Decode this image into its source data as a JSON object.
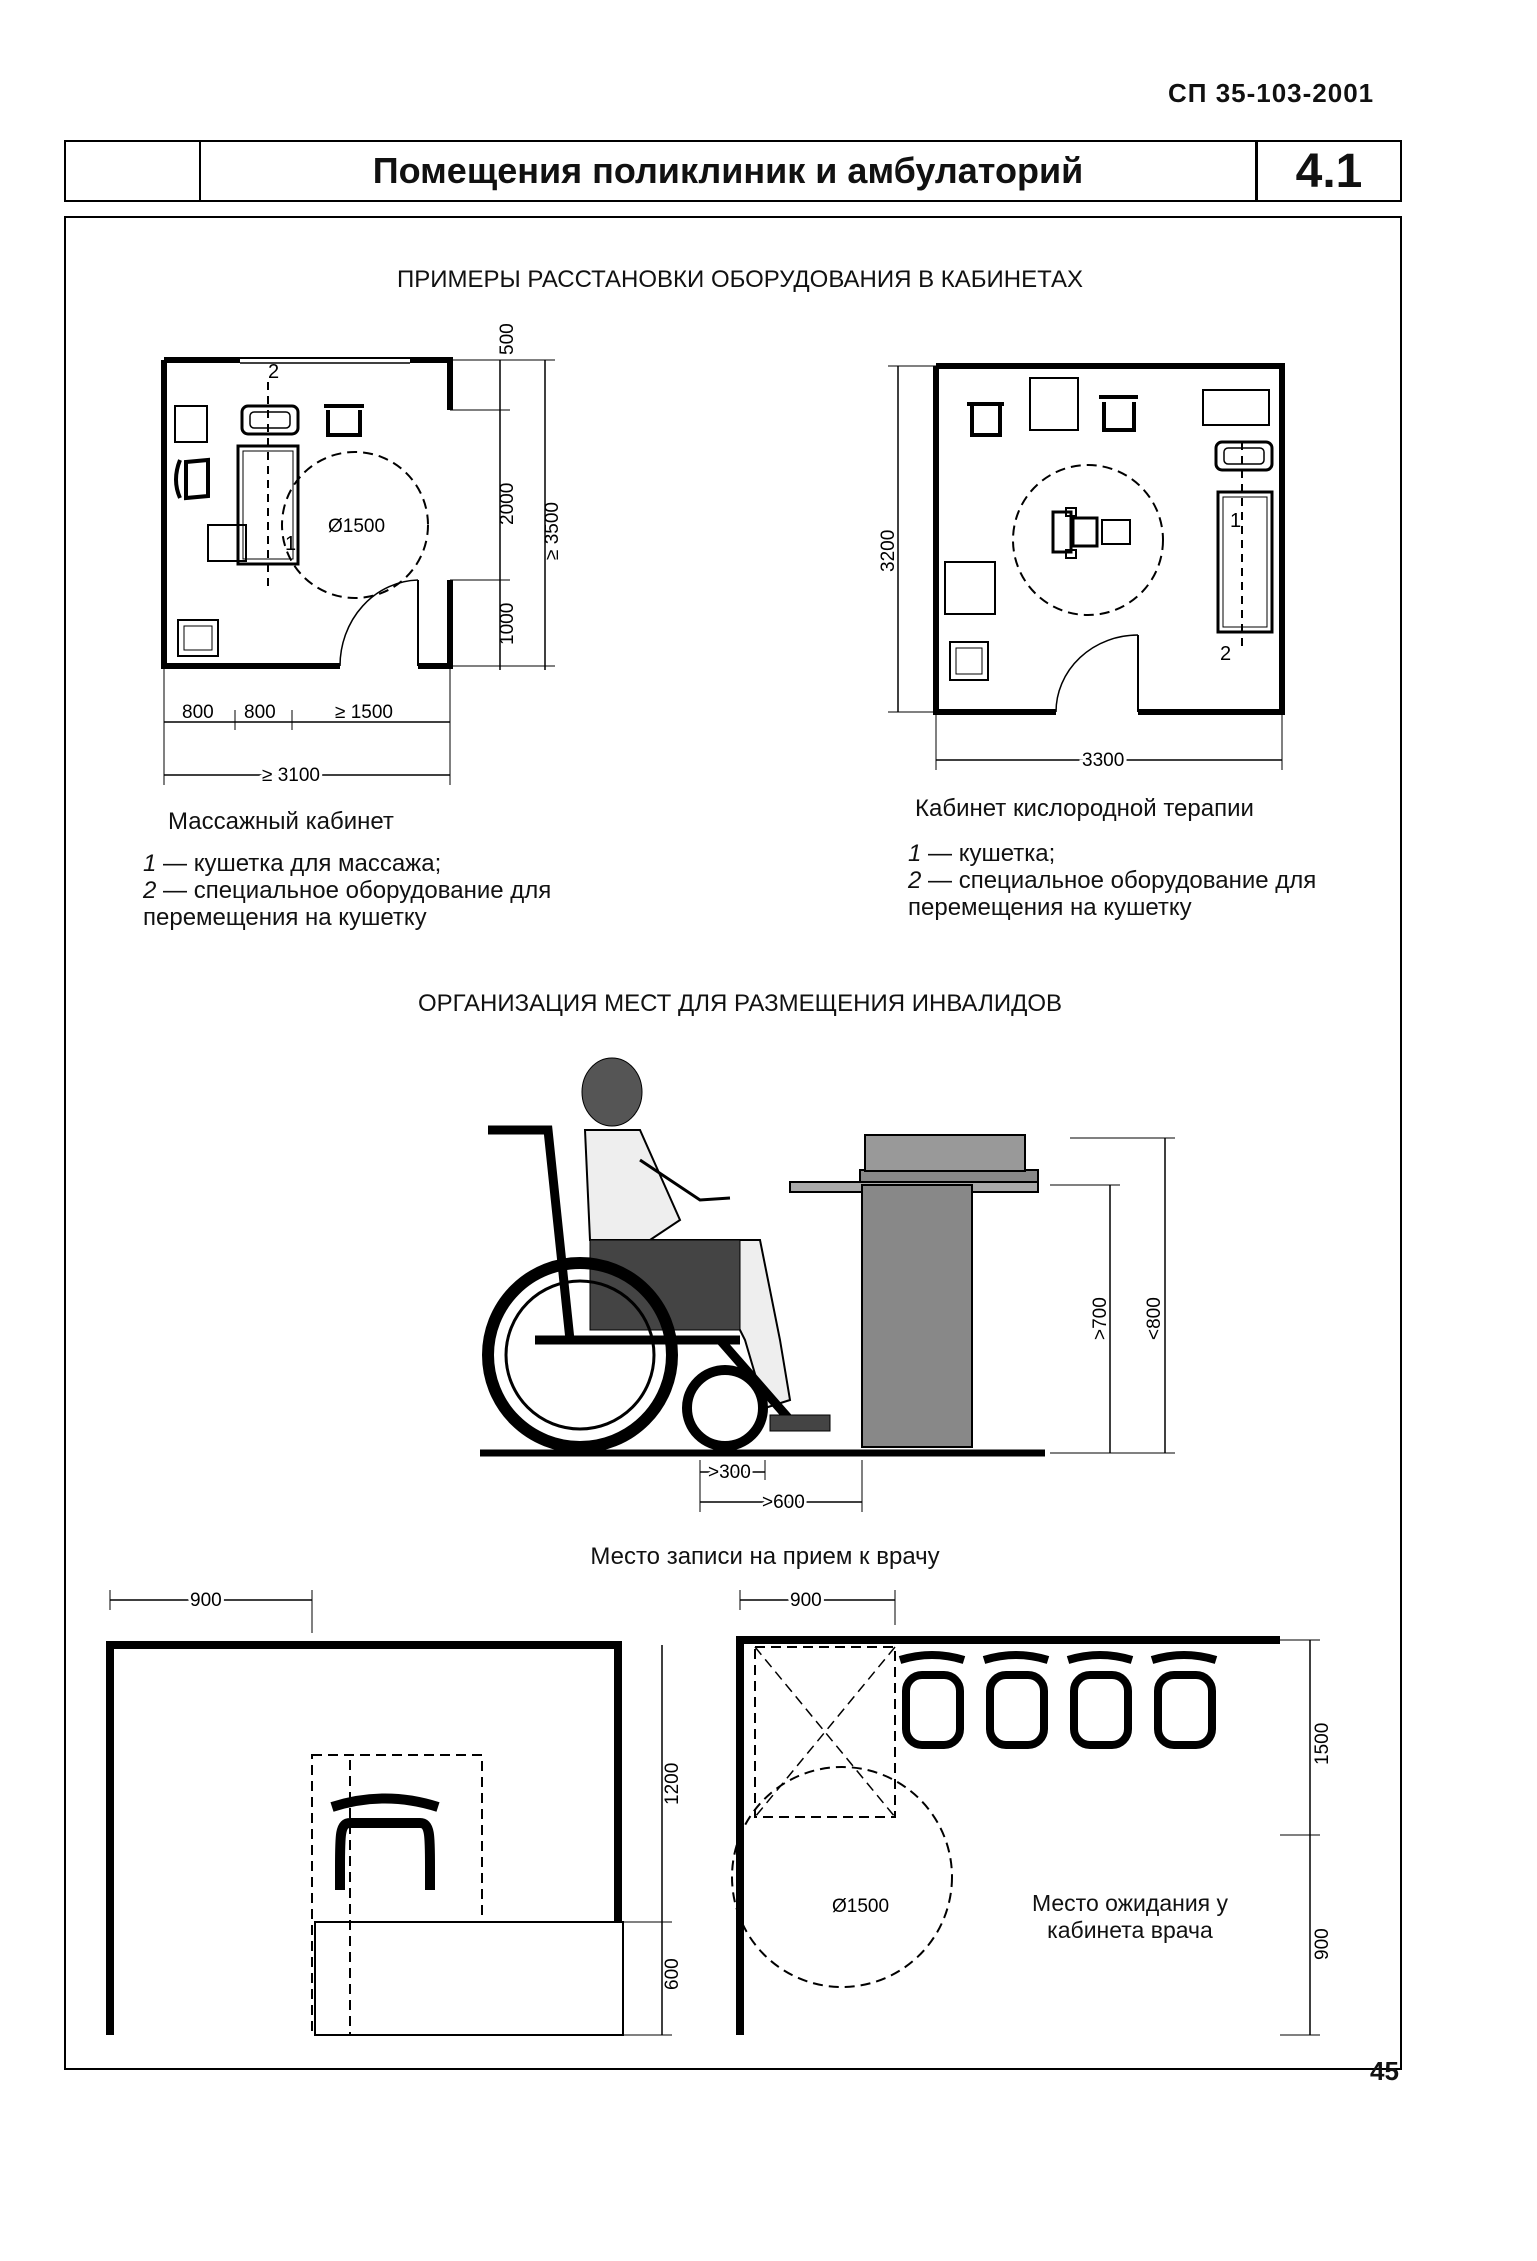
{
  "header": {
    "doc_code": "СП 35-103-2001",
    "sheet_title": "Помещения поликлиник и амбулаторий",
    "sheet_number": "4.1"
  },
  "section1": {
    "heading": "ПРИМЕРЫ РАССТАНОВКИ ОБОРУДОВАНИЯ В КАБИНЕТАХ",
    "massage": {
      "title": "Массажный кабинет",
      "legend": [
        {
          "num": "1",
          "text": "— кушетка для массажа;"
        },
        {
          "num": "2",
          "text": "— специальное оборудование для перемещения на кушетку"
        }
      ],
      "dims": {
        "top": "500",
        "mid": "2000",
        "bot": "1000",
        "total": "≥ 3500",
        "w1": "800",
        "w2": "800",
        "w3": "≥ 1500",
        "wtotal": "≥ 3100",
        "circle": "Ø1500",
        "label1": "1",
        "label2": "2"
      }
    },
    "oxygen": {
      "title": "Кабинет кислородной терапии",
      "legend": [
        {
          "num": "1",
          "text": "— кушетка;"
        },
        {
          "num": "2",
          "text": "— специальное оборудование для перемещения на кушетку"
        }
      ],
      "dims": {
        "height": "3200",
        "width": "3300",
        "label1": "1",
        "label2": "2"
      }
    }
  },
  "section2": {
    "heading": "ОРГАНИЗАЦИЯ МЕСТ ДЛЯ РАЗМЕЩЕНИЯ ИНВАЛИДОВ",
    "reception": {
      "caption": "Место записи на прием к врачу",
      "dims": {
        "h1": ">700",
        "h2": "<800",
        "d1": ">300",
        "d2": ">600"
      }
    },
    "plan_left": {
      "dims": {
        "w": "900",
        "h1": "1200",
        "h2": "600"
      }
    },
    "plan_right": {
      "label": "Место ожидания у кабинета врача",
      "dims": {
        "w": "900",
        "h1": "1500",
        "h2": "900",
        "circle": "Ø1500"
      }
    }
  },
  "footer": {
    "page_number": "45"
  }
}
